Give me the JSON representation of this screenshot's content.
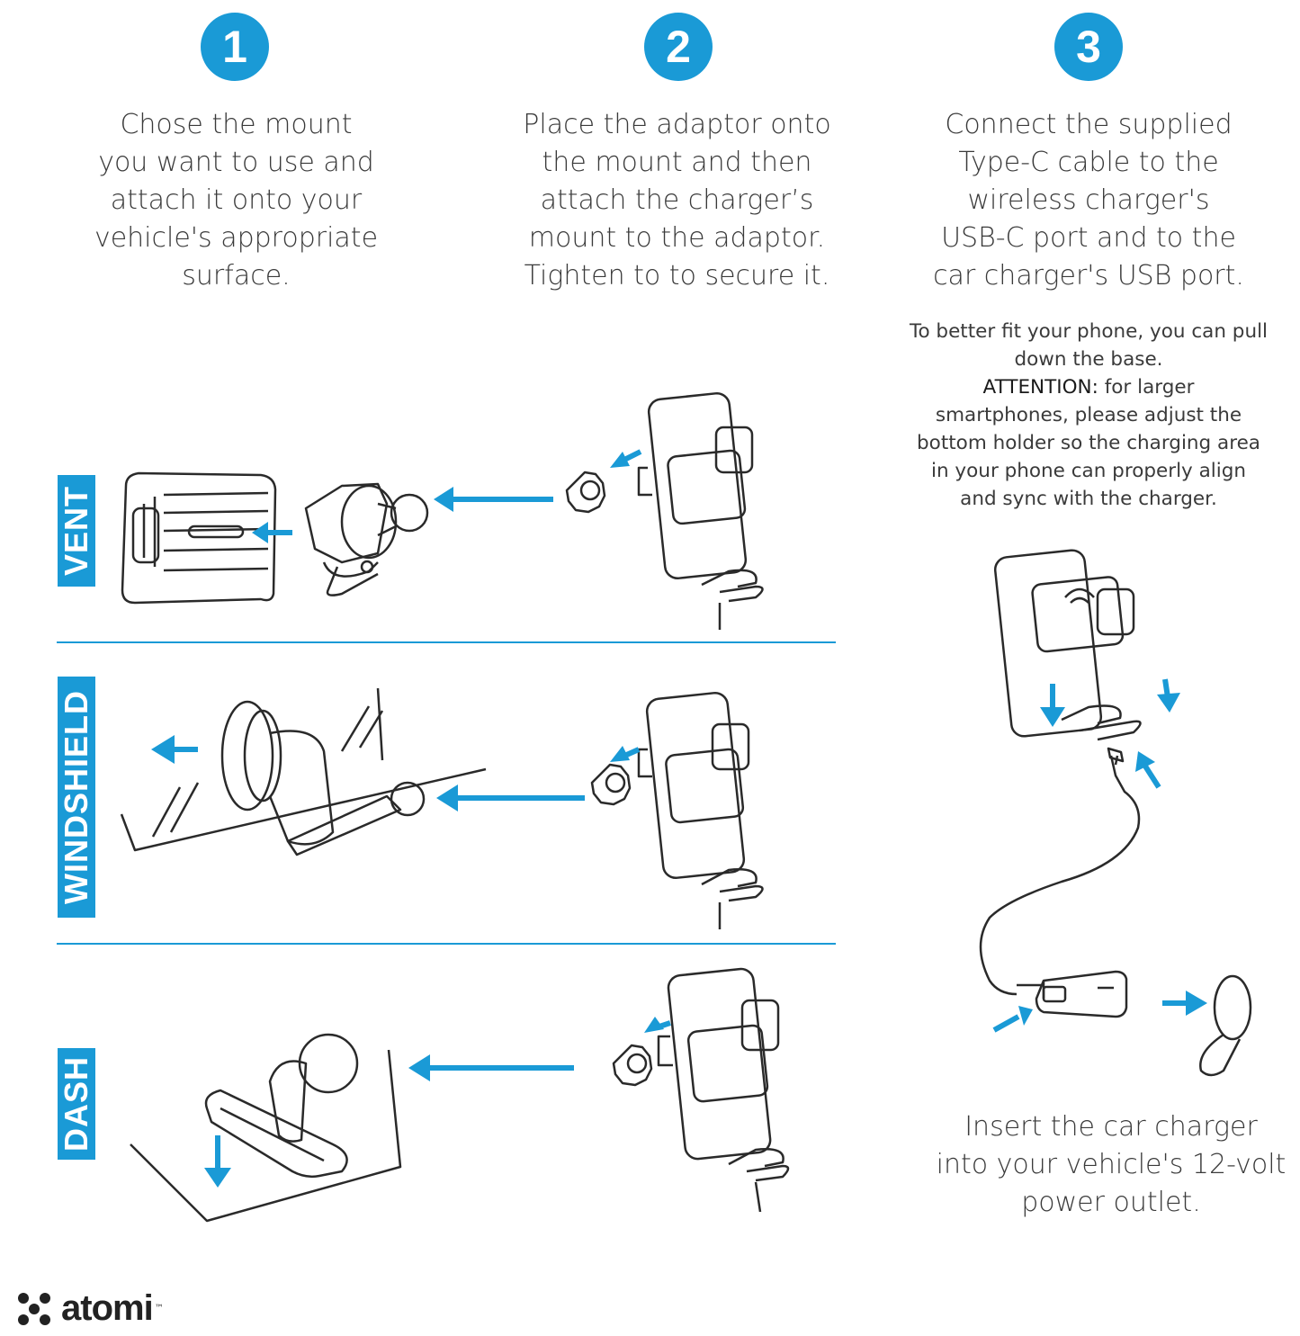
{
  "steps": [
    {
      "number": "1",
      "text": "Chose the mount\nyou want to use and\nattach it onto your\nvehicle's appropriate\nsurface."
    },
    {
      "number": "2",
      "text": "Place the adaptor onto\nthe mount and then\nattach the charger’s\nmount to the adaptor.\nTighten to to secure it."
    },
    {
      "number": "3",
      "text": "Connect the supplied\nType-C cable to the\nwireless charger's\nUSB-C port and to the\ncar charger's USB port."
    }
  ],
  "note": {
    "intro": "To better fit your phone, you can pull\ndown the base.",
    "attention_label": "ATTENTION:",
    "attention_text": " for larger\nsmartphones, please adjust the\nbottom holder so the charging area\nin your phone can properly align\nand sync with the charger."
  },
  "mount_labels": {
    "vent": "VENT",
    "windshield": "WINDSHIELD",
    "dash": "DASH"
  },
  "insert_text": "Insert the car charger\ninto your vehicle's 12-volt\npower outlet.",
  "brand": {
    "name": "atomi",
    "trademark": "™"
  },
  "colors": {
    "accent": "#1a9ad6",
    "text": "#3a3a3a"
  }
}
